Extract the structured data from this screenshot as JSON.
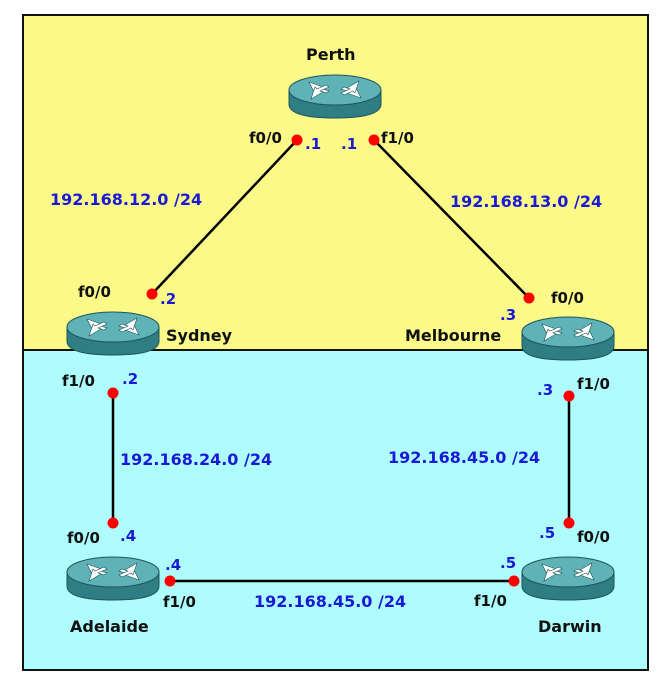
{
  "colors": {
    "area_top": "#fbfa89",
    "area_bottom": "#aefcfd",
    "border": "#111111",
    "link": "#000000",
    "port_dot": "#ff0000",
    "address_text": "#1a1ad6",
    "label_text": "#111111",
    "router_body_top": "#4a9ea2",
    "router_body_side": "#2f7e83",
    "router_arrows": "#ffffff"
  },
  "icons": {
    "router": "router-icon",
    "port": "port-dot"
  },
  "routers": {
    "perth": "Perth",
    "sydney": "Sydney",
    "melbourne": "Melbourne",
    "adelaide": "Adelaide",
    "darwin": "Darwin"
  },
  "networks": {
    "perth_sydney": "192.168.12.0 /24",
    "perth_melbourne": "192.168.13.0 /24",
    "sydney_adelaide": "192.168.24.0 /24",
    "melbourne_darwin": "192.168.45.0 /24",
    "adelaide_darwin": "192.168.45.0 /24"
  },
  "interfaces": {
    "perth_f00": "f0/0",
    "perth_f10": "f1/0",
    "sydney_f00": "f0/0",
    "sydney_f10": "f1/0",
    "melbourne_f00": "f0/0",
    "melbourne_f10": "f1/0",
    "adelaide_f00": "f0/0",
    "adelaide_f10": "f1/0",
    "darwin_f00": "f0/0",
    "darwin_f10": "f1/0"
  },
  "addresses": {
    "perth_f00": ".1",
    "perth_f10": ".1",
    "sydney_f00": ".2",
    "sydney_f10": ".2",
    "melbourne_f00": ".3",
    "melbourne_f10": ".3",
    "adelaide_f00": ".4",
    "adelaide_f10": ".4",
    "darwin_f00": ".5",
    "darwin_f10": ".5"
  }
}
